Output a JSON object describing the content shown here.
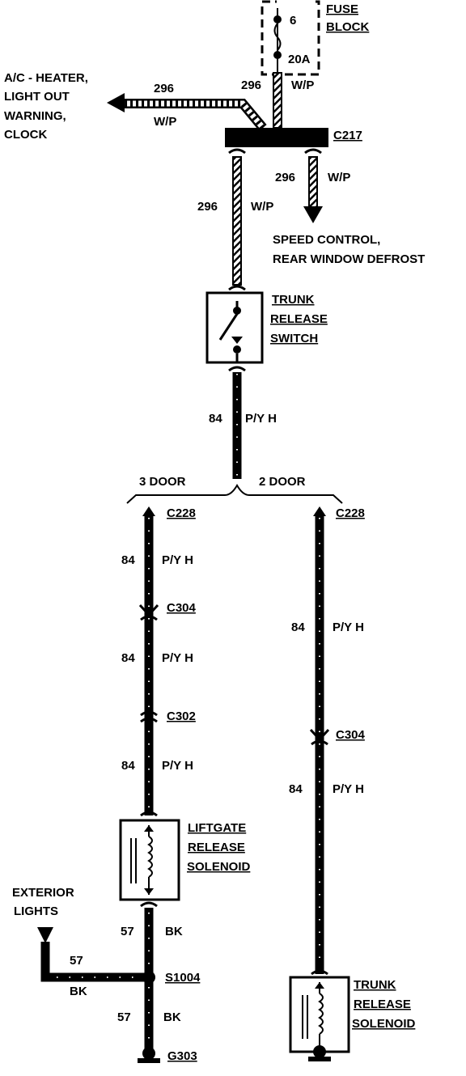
{
  "fuse_block": {
    "title_line1": "FUSE",
    "title_line2": "BLOCK",
    "fuse_number": "6",
    "fuse_rating": "20A"
  },
  "upper_wires": {
    "fuse_out_circuit": "296",
    "fuse_out_color": "W/P",
    "left_branch_circuit": "296",
    "left_branch_color": "W/P",
    "left_destination": [
      "A/C - HEATER,",
      "LIGHT OUT",
      "WARNING,",
      "CLOCK"
    ],
    "connector_c217": "C217",
    "right_branch_circuit": "296",
    "right_branch_color": "W/P",
    "right_destination": [
      "SPEED CONTROL,",
      "REAR WINDOW DEFROST"
    ],
    "down_circuit": "296",
    "down_color": "W/P"
  },
  "trunk_release_switch": [
    "TRUNK",
    "RELEASE",
    "SWITCH"
  ],
  "switch_output": {
    "circuit": "84",
    "color": "P/Y H"
  },
  "split": {
    "left_label": "3 DOOR",
    "right_label": "2 DOOR"
  },
  "left_path": {
    "c228": "C228",
    "wire1_circuit": "84",
    "wire1_color": "P/Y H",
    "c304": "C304",
    "wire2_circuit": "84",
    "wire2_color": "P/Y H",
    "c302": "C302",
    "wire3_circuit": "84",
    "wire3_color": "P/Y H",
    "solenoid": [
      "LIFTGATE",
      "RELEASE",
      "SOLENOID"
    ],
    "ground_wire1_circuit": "57",
    "ground_wire1_color": "BK",
    "exterior_lights": [
      "EXTERIOR",
      "LIGHTS"
    ],
    "exterior_wire_circuit": "57",
    "exterior_wire_color": "BK",
    "splice": "S1004",
    "ground_wire2_circuit": "57",
    "ground_wire2_color": "BK",
    "ground": "G303"
  },
  "right_path": {
    "c228": "C228",
    "wire1_circuit": "84",
    "wire1_color": "P/Y H",
    "c304": "C304",
    "wire2_circuit": "84",
    "wire2_color": "P/Y H",
    "solenoid": [
      "TRUNK",
      "RELEASE",
      "SOLENOID"
    ]
  }
}
